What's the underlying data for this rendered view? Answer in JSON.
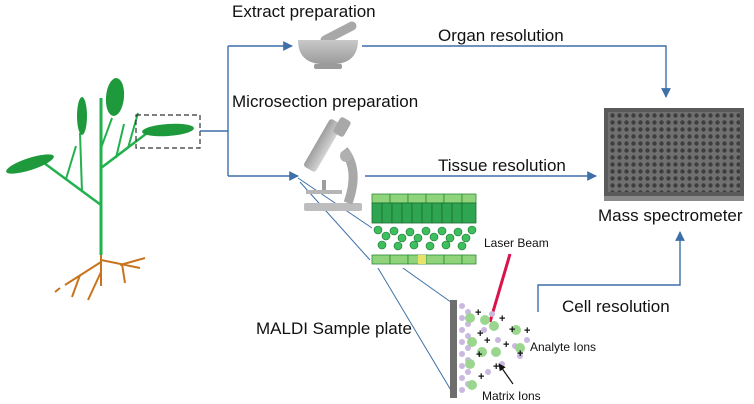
{
  "labels": {
    "extract_preparation": "Extract preparation",
    "organ_resolution": "Organ resolution",
    "microsection_preparation": "Microsection preparation",
    "tissue_resolution": "Tissue resolution",
    "mass_spectrometer": "Mass spectrometer",
    "laser_beam": "Laser Beam",
    "cell_resolution": "Cell resolution",
    "maldi_sample_plate": "MALDI Sample plate",
    "analyte_ions": "Analyte Ions",
    "matrix_ions": "Matrix Ions"
  },
  "icons": {
    "plant": "plant-icon",
    "mortar": "mortar-and-pestle-icon",
    "microscope": "microscope-icon",
    "tissue": "tissue-section-icon",
    "plate": "maldi-plate-icon",
    "spectrometer": "mass-spectrometer-icon"
  },
  "colors": {
    "plant_green": "#22b14c",
    "leaf_green": "#1e9a3c",
    "root_brown": "#c8741e",
    "arrow_blue": "#3d6fa8",
    "laser_red": "#d9124a",
    "analyte_green": "#9bd68f",
    "matrix_purple": "#c9b8e0"
  }
}
